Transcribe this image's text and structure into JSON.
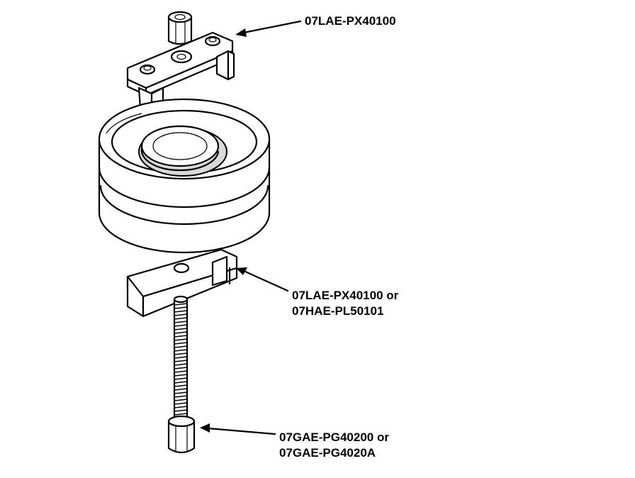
{
  "labels": {
    "top_tool": "07LAE-PX40100",
    "bottom_tool_line1": "07LAE-PX40100 or",
    "bottom_tool_line2": "07HAE-PL50101",
    "driver_line1": "07GAE-PG40200 or",
    "driver_line2": "07GAE-PG4020A"
  }
}
